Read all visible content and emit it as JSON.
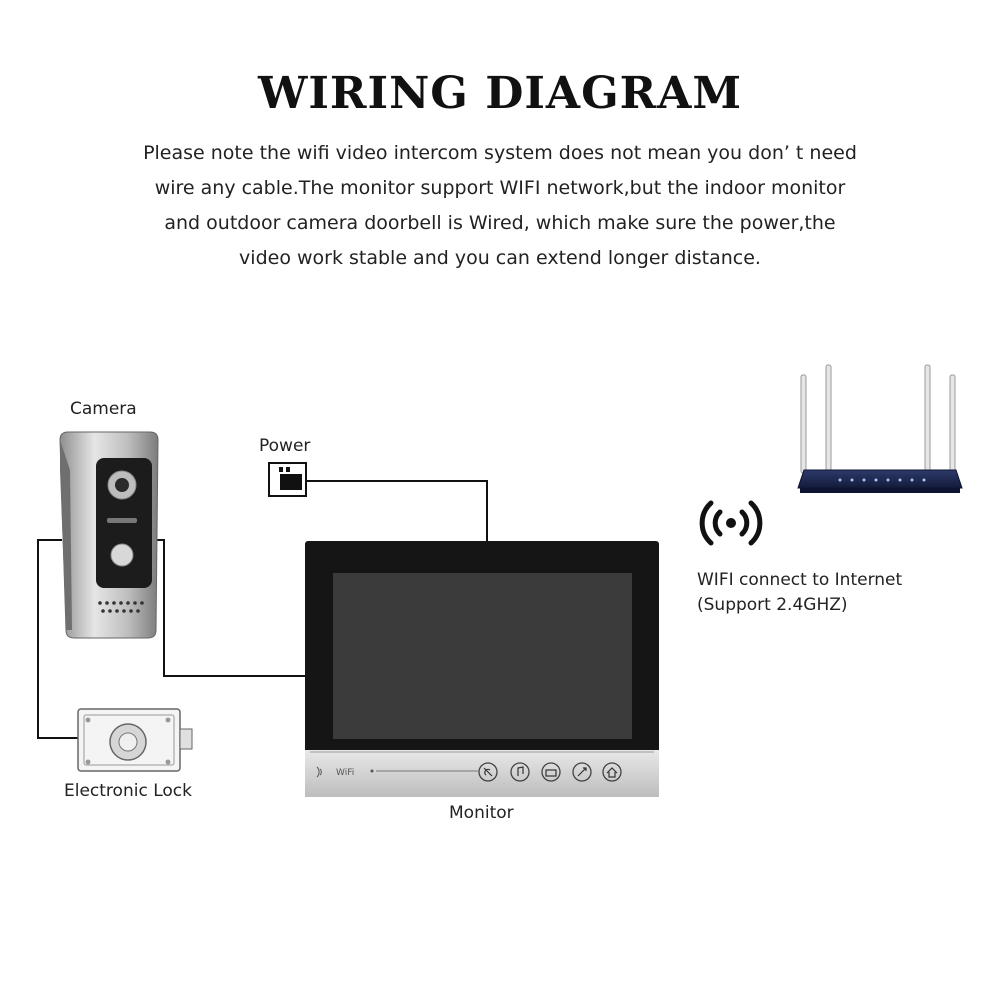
{
  "title": "WIRING DIAGRAM",
  "description": [
    "Please note the wifi video intercom system does not mean you don’ t need",
    "wire any cable.The monitor support WIFI network,but the indoor monitor",
    "and outdoor camera doorbell is Wired, which make sure the power,the",
    "video work stable and you can extend longer distance."
  ],
  "labels": {
    "camera": "Camera",
    "power": "Power",
    "electronic_lock": "Electronic Lock",
    "monitor": "Monitor",
    "wifi_line1": "WIFI connect to Internet",
    "wifi_line2": "(Support 2.4GHZ)"
  },
  "monitor": {
    "wifi_badge": "WiFi"
  },
  "colors": {
    "wire": "#111111",
    "monitor_frame": "#151515",
    "monitor_screen": "#3a3a3a",
    "silver": "#c9c9c9",
    "router_body": "#1f2a52"
  }
}
